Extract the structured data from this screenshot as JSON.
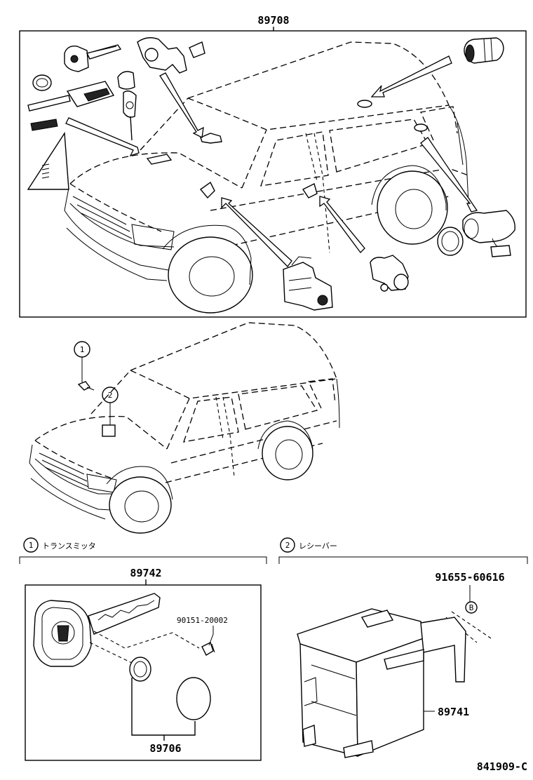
{
  "main_assembly": {
    "part_number": "89708"
  },
  "callouts": {
    "one": "1",
    "two": "2"
  },
  "section_transmitter": {
    "index": "1",
    "caption": "トランスミッタ",
    "assembly_number": "89742",
    "screw_number": "90151-20002",
    "battery_cover_number": "89706"
  },
  "section_receiver": {
    "index": "2",
    "caption": "レシーバー",
    "bolt_number": "91655-60616",
    "bolt_marker": "B",
    "receiver_number": "89741"
  },
  "figure_id": "841909-C"
}
